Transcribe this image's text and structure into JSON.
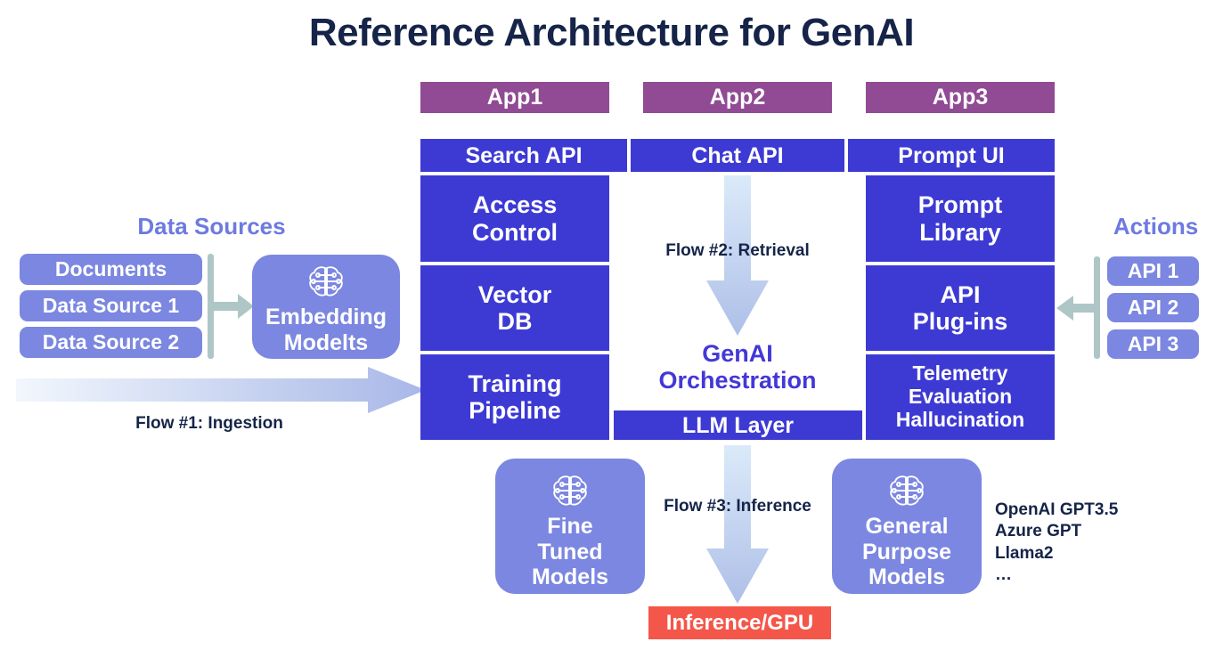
{
  "title": "Reference Architecture for GenAI",
  "apps": [
    {
      "label": "App1"
    },
    {
      "label": "App2"
    },
    {
      "label": "App3"
    }
  ],
  "api_bars": [
    {
      "label": "Search API"
    },
    {
      "label": "Chat API"
    },
    {
      "label": "Prompt UI"
    }
  ],
  "left_column": {
    "cells": [
      {
        "label": "Access\nControl"
      },
      {
        "label": "Vector\nDB"
      },
      {
        "label": "Training\nPipeline"
      }
    ]
  },
  "center_column": {
    "orchestration": "GenAI\nOrchestration",
    "llm_layer": "LLM Layer"
  },
  "right_column": {
    "cells": [
      {
        "label": "Prompt\nLibrary"
      },
      {
        "label": "API\nPlug-ins"
      },
      {
        "label": "Telemetry\nEvaluation\nHallucination"
      }
    ]
  },
  "data_sources": {
    "heading": "Data Sources",
    "items": [
      {
        "label": "Documents"
      },
      {
        "label": "Data Source 1"
      },
      {
        "label": "Data Source 2"
      }
    ],
    "embedding": {
      "label": "Embedding\nModelts",
      "icon": "brain-circuit-icon"
    }
  },
  "actions": {
    "heading": "Actions",
    "items": [
      {
        "label": "API 1"
      },
      {
        "label": "API 2"
      },
      {
        "label": "API 3"
      }
    ]
  },
  "flows": [
    {
      "id": "flow1",
      "label": "Flow #1: Ingestion",
      "direction": "right"
    },
    {
      "id": "flow2",
      "label": "Flow #2: Retrieval",
      "direction": "down"
    },
    {
      "id": "flow3",
      "label": "Flow #3: Inference",
      "direction": "down"
    }
  ],
  "bottom": {
    "fine_tuned": {
      "label": "Fine\nTuned\nModels",
      "icon": "brain-circuit-icon"
    },
    "general_purpose": {
      "label": "General\nPurpose\nModels",
      "icon": "brain-circuit-icon"
    },
    "model_list": "OpenAI GPT3.5\nAzure GPT\nLlama2\n…",
    "inference": {
      "label": "Inference/GPU"
    }
  },
  "colors": {
    "title": "#152448",
    "blue": "#3d3ad4",
    "purple": "#914a94",
    "periwinkle": "#7b87e0",
    "accent_label": "#6d7ae0",
    "orchestration_text": "#4338d6",
    "connector": "#aec6c6",
    "inference_red": "#f4564a",
    "arrow_light": "#dcebfa",
    "arrow_dark": "#b2c2ea"
  }
}
